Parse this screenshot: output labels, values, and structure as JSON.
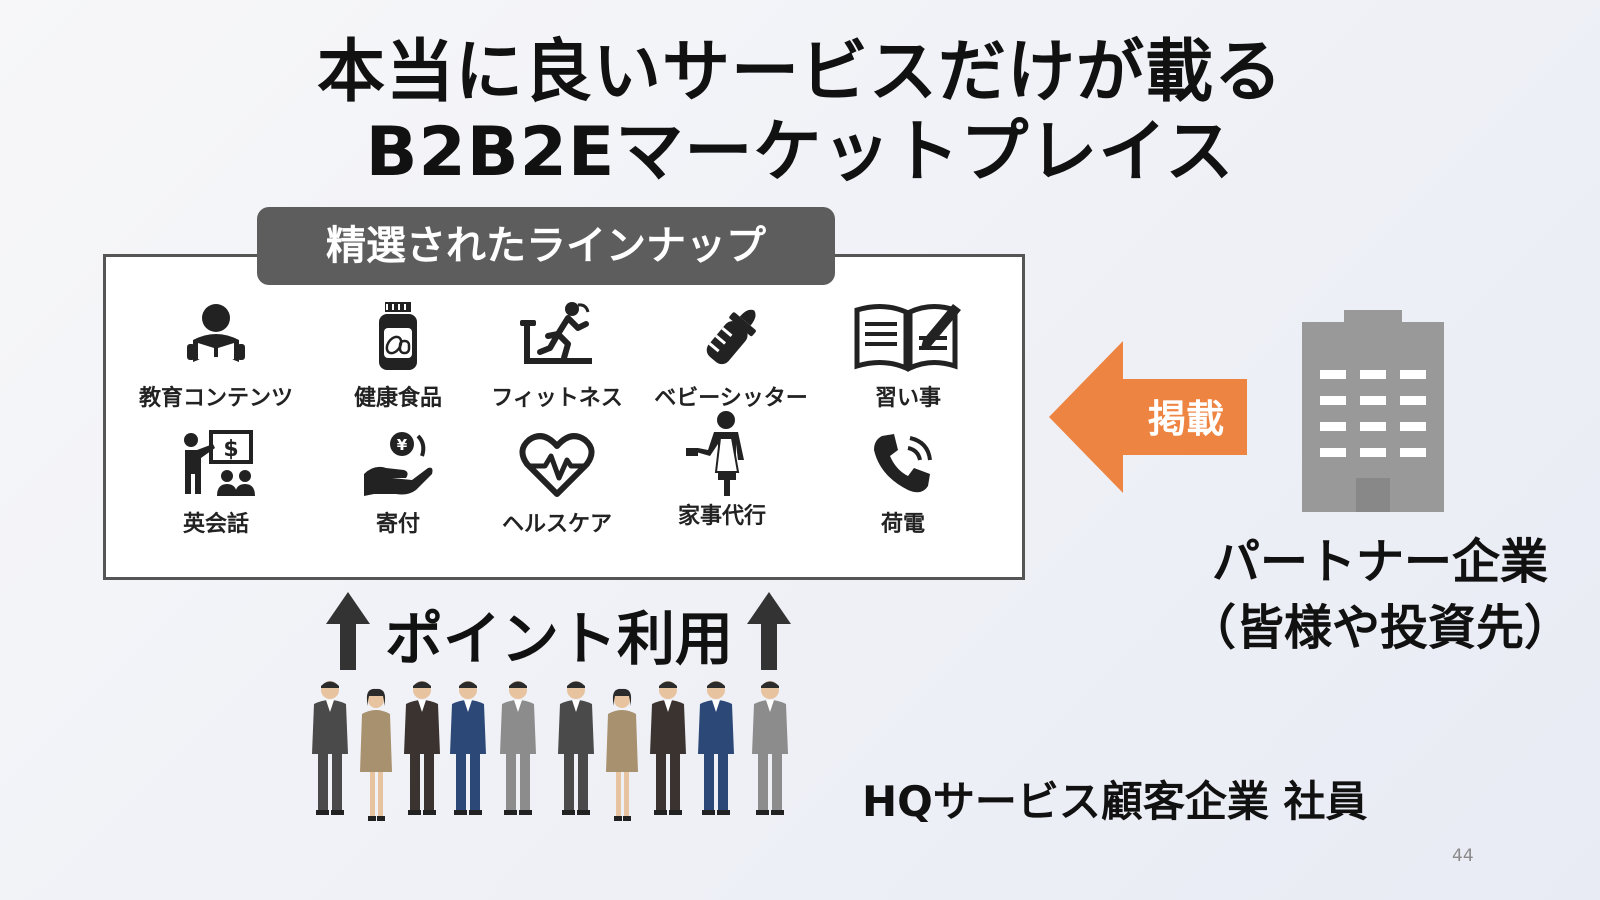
{
  "title": {
    "line1": "本当に良いサービスだけが載る",
    "line2": "B2B2Eマーケットプレイス"
  },
  "lineup": {
    "header": "精選されたラインナップ",
    "items": [
      {
        "label": "教育コンテンツ",
        "icon": "reader-icon"
      },
      {
        "label": "健康食品",
        "icon": "supplement-bottle-icon"
      },
      {
        "label": "フィットネス",
        "icon": "treadmill-runner-icon"
      },
      {
        "label": "ベビーシッター",
        "icon": "baby-bottle-icon"
      },
      {
        "label": "習い事",
        "icon": "book-pen-icon"
      },
      {
        "label": "英会話",
        "icon": "teacher-class-icon"
      },
      {
        "label": "寄付",
        "icon": "donation-hand-icon"
      },
      {
        "label": "ヘルスケア",
        "icon": "heartbeat-icon"
      },
      {
        "label": "家事代行",
        "icon": "housekeeper-icon"
      },
      {
        "label": "荷電",
        "icon": "phone-call-icon"
      }
    ]
  },
  "listing_arrow": {
    "label": "掲載",
    "color": "#ee8441"
  },
  "partner": {
    "line1": "パートナー企業",
    "line2": "（皆様や投資先）",
    "icon": "building-icon"
  },
  "point_usage": {
    "label": "ポイント利用"
  },
  "employees": {
    "label": "HQサービス顧客企業 社員",
    "icon": "business-people-icon"
  },
  "page_number": "44"
}
